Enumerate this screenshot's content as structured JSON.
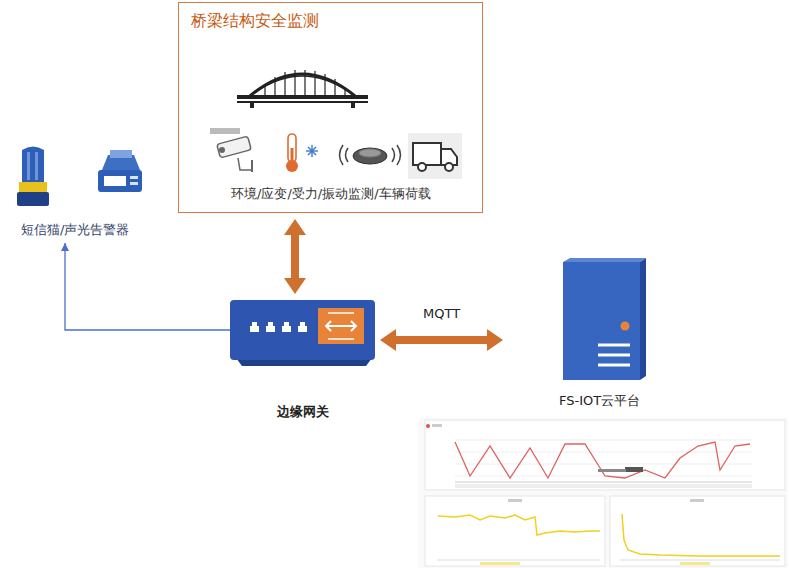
{
  "diagram": {
    "nodes": [
      {
        "text": [
          "桥梁结构安全监测",
          "环境/应变/受力/振动监测/车辆荷载"
        ]
      },
      {
        "text": [
          "短信猫/声光告警器"
        ]
      },
      {
        "text": [
          "边缘网关"
        ]
      },
      {
        "text": [
          "FS-IOT云平台"
        ]
      }
    ],
    "edges": [
      {
        "from": 0,
        "to": 2,
        "arrow": "both"
      },
      {
        "from": 2,
        "to": 3,
        "label": "MQTT",
        "arrow": "both"
      },
      {
        "from": 2,
        "to": 1,
        "arrow": "to"
      }
    ]
  }
}
